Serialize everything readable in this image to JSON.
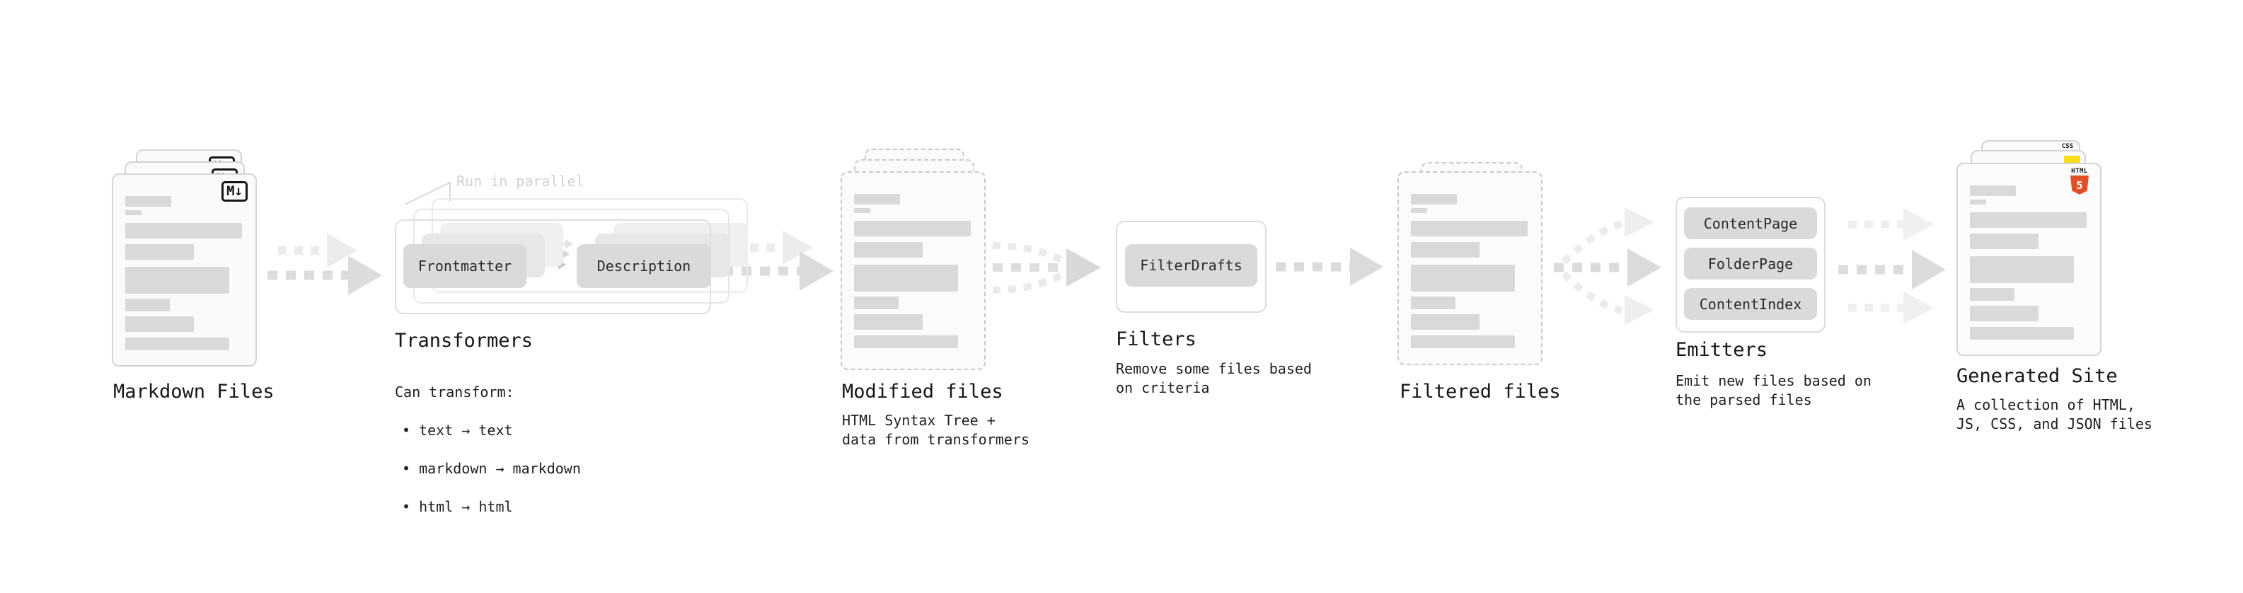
{
  "stages": {
    "markdown_files": {
      "label": "Markdown Files",
      "badge": "M↓"
    },
    "transformers": {
      "annotation": "Run in parallel",
      "node1": "Frontmatter",
      "node2": "Description",
      "title": "Transformers",
      "desc_heading": "Can transform:",
      "bullets": [
        "• text → text",
        "• markdown → markdown",
        "• html → html"
      ]
    },
    "modified_files": {
      "label": "Modified files",
      "desc": "HTML Syntax Tree +\ndata from transformers"
    },
    "filters": {
      "title": "Filters",
      "node1": "FilterDrafts",
      "desc": "Remove some files based\non criteria"
    },
    "filtered_files": {
      "label": "Filtered files"
    },
    "emitters": {
      "title": "Emitters",
      "node1": "ContentPage",
      "node2": "FolderPage",
      "node3": "ContentIndex",
      "desc": "Emit new files based on\nthe parsed files"
    },
    "generated_site": {
      "label": "Generated Site",
      "desc": "A collection of HTML,\nJS, CSS, and JSON files",
      "css_badge": "CSS",
      "html_badge_label": "HTML",
      "html_badge_number": "5"
    }
  },
  "colors": {
    "css_blue": "#2f5fe0",
    "js_yellow": "#f5de19",
    "html_orange": "#e44d26"
  }
}
